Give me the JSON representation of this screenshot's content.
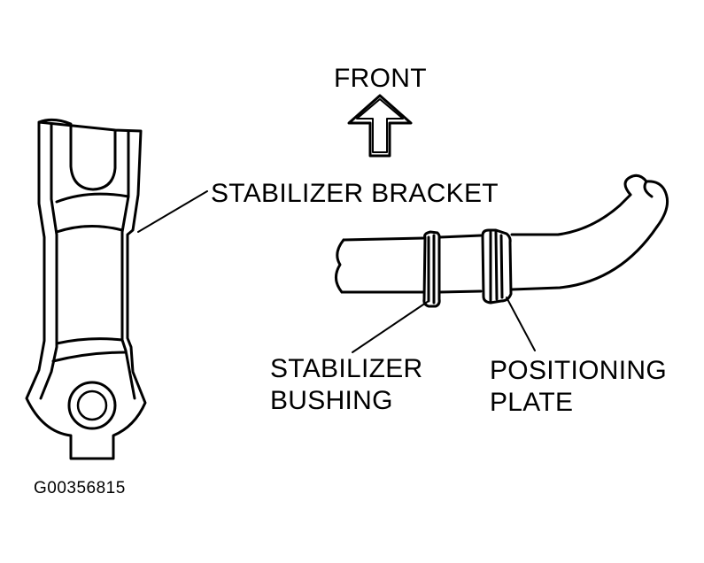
{
  "labels": {
    "front": "FRONT",
    "stabilizer_bracket": "STABILIZER BRACKET",
    "stabilizer_bushing_line1": "STABILIZER",
    "stabilizer_bushing_line2": "BUSHING",
    "positioning_plate_line1": "POSITIONING",
    "positioning_plate_line2": "PLATE",
    "figure_id": "G00356815"
  },
  "colors": {
    "ink": "#000000",
    "background": "#ffffff"
  },
  "icons": {
    "direction": "up-arrow-icon"
  }
}
